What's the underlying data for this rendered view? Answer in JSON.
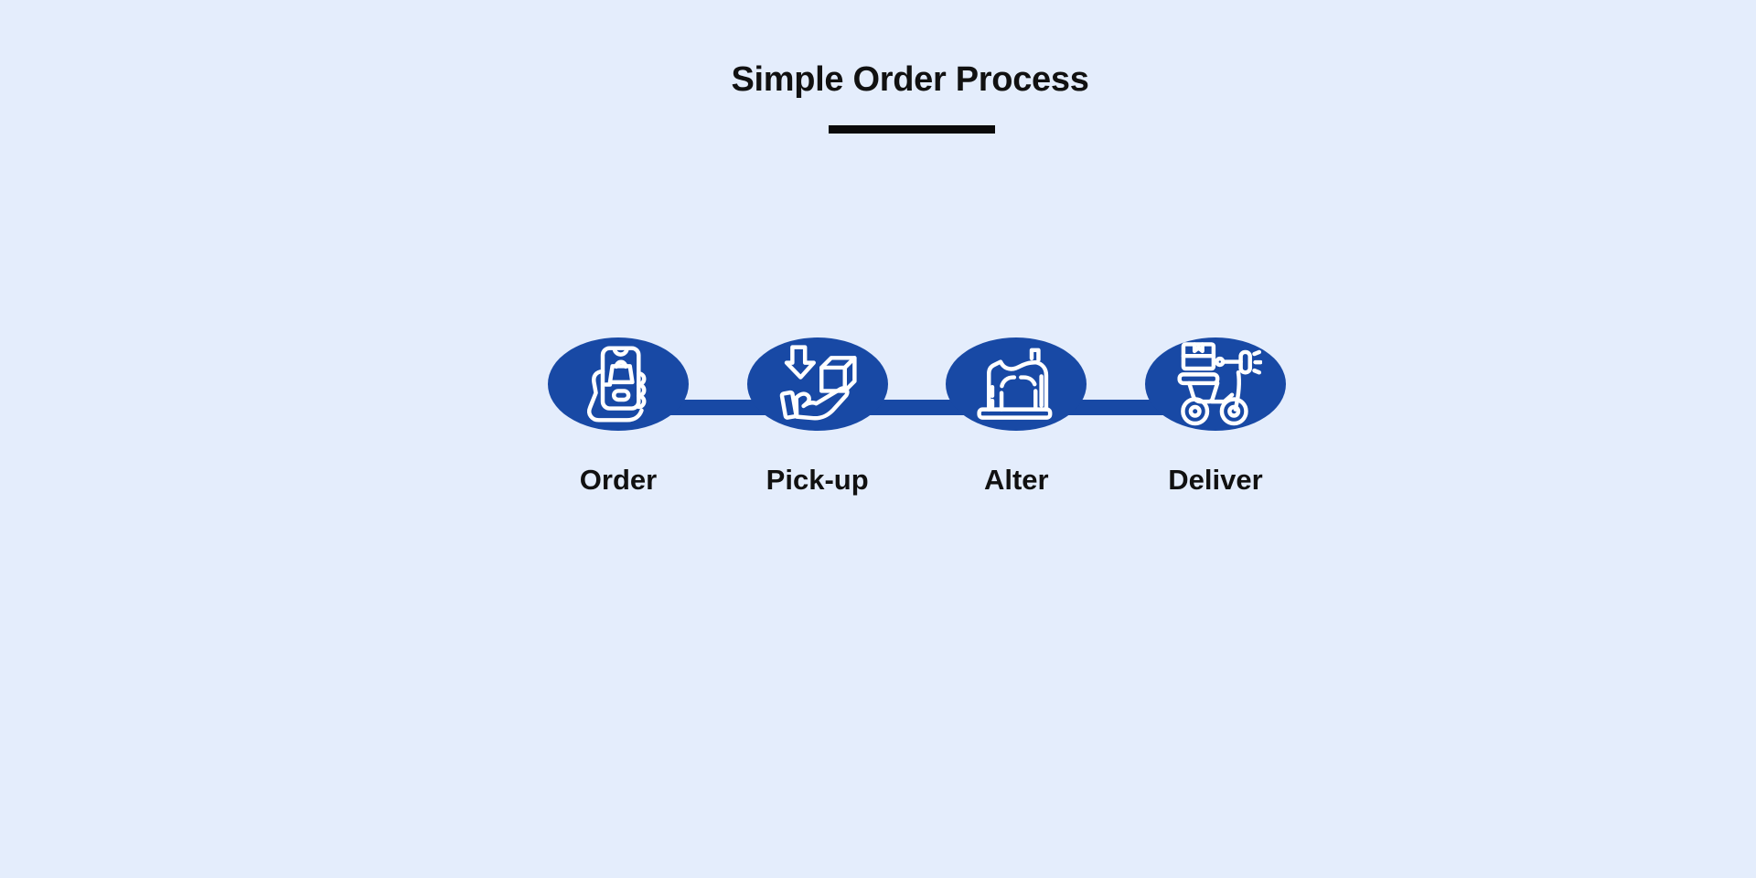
{
  "title": "Simple Order Process",
  "colors": {
    "background": "#e4edfc",
    "accent-blue": "#1849a5",
    "text": "#111111",
    "underline": "#0a0a0a",
    "icon-stroke": "#ffffff"
  },
  "steps": [
    {
      "label": "Order",
      "icon": "phone-order-icon"
    },
    {
      "label": "Pick-up",
      "icon": "hand-receive-package-icon"
    },
    {
      "label": "Alter",
      "icon": "sewing-machine-icon"
    },
    {
      "label": "Deliver",
      "icon": "delivery-scooter-icon"
    }
  ]
}
